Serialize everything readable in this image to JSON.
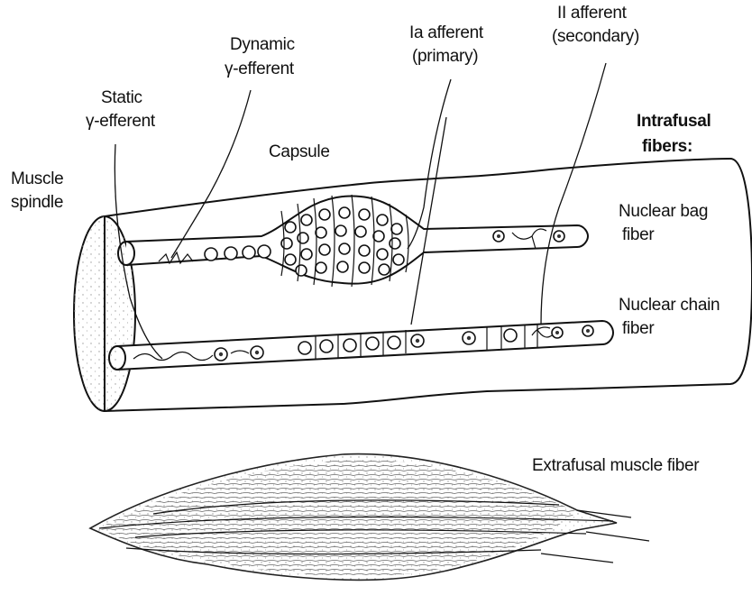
{
  "labels": {
    "static_efferent": [
      "Static",
      "γ-efferent"
    ],
    "dynamic_efferent": [
      "Dynamic",
      "γ-efferent"
    ],
    "ia_afferent": [
      "Ia afferent",
      "(primary)"
    ],
    "ii_afferent": [
      "II afferent",
      "(secondary)"
    ],
    "capsule": "Capsule",
    "muscle_spindle": [
      "Muscle",
      "spindle"
    ],
    "intrafusal": [
      "Intrafusal",
      "fibers:"
    ],
    "nuclear_bag": [
      "Nuclear bag",
      "fiber"
    ],
    "nuclear_chain": [
      "Nuclear chain",
      "fiber"
    ],
    "extrafusal": "Extrafusal muscle fiber"
  },
  "colors": {
    "ink": "#111111",
    "stipple": "#9a9a9a",
    "background": "#ffffff"
  }
}
